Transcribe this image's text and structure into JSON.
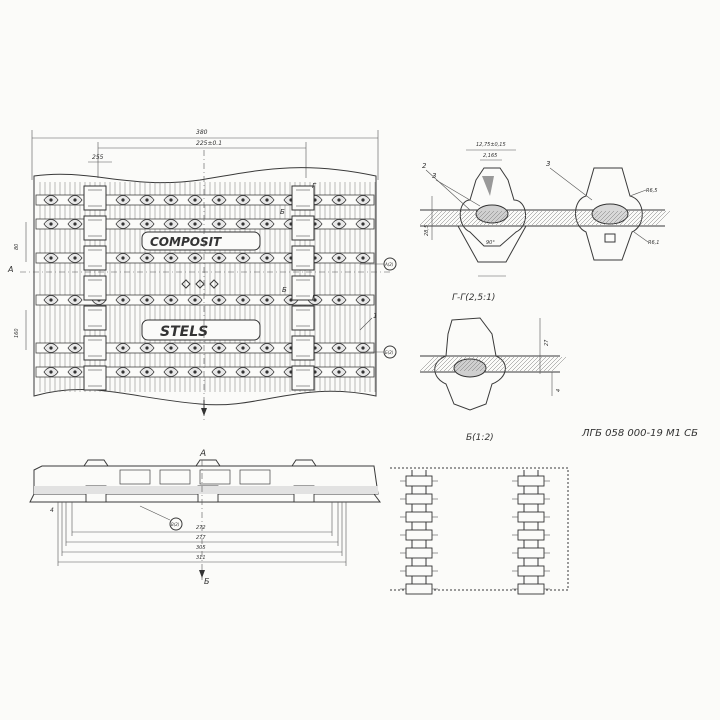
{
  "main_view": {
    "overall_width": "380",
    "inner_width": "225±0.1",
    "pitch_top": "255",
    "brand_composit": "COMPOSIT",
    "brand_stels": "STELS",
    "view_arrow": "А",
    "cut_g": "Г",
    "cut_b": "Б",
    "callout_1": "1",
    "balloon_a": "А(2)",
    "balloon_b": "Б(2)",
    "dim_left_1": "80",
    "dim_left_2": "160"
  },
  "section_gg": {
    "title": "Г-Г(2,5:1)",
    "dim_top": "12,75±0,15",
    "dim_top2": "2,165",
    "label_2": "2",
    "label_3": "3",
    "label_3b": "3",
    "angle": "90°",
    "dim_r": "R6,5",
    "dim_r2": "R6,1",
    "dim_side": "28,5"
  },
  "detail_b": {
    "title": "Б(1:2)",
    "dim_height": "27",
    "dim_small": "4"
  },
  "doc_code": "ЛГБ 058 000-19 М1 СБ",
  "side_view": {
    "dim_272": "272",
    "dim_277": "277",
    "dim_305": "305",
    "dim_311": "311",
    "label_b": "Б",
    "dim_h": "4",
    "balloon_c": "В(2)"
  }
}
